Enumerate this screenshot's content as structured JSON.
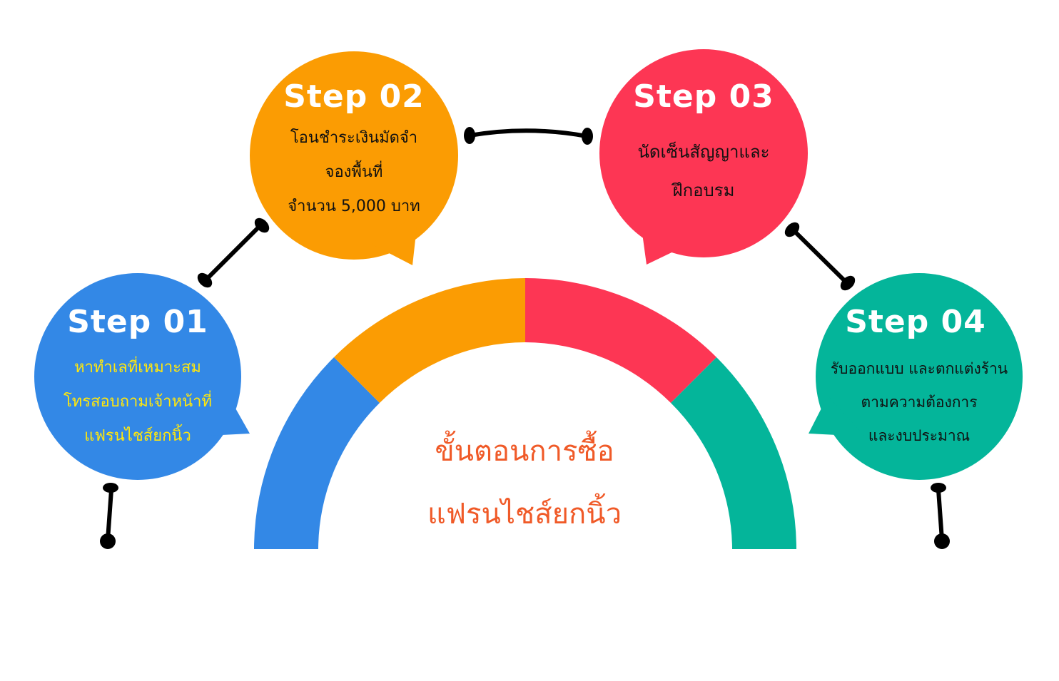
{
  "colors": {
    "step1": "#3388e6",
    "step2": "#fb9c03",
    "step3": "#fd3654",
    "step4": "#04b59a",
    "connector": "#000000",
    "center_title": "#f05a28",
    "step1_text": "#ffe70d",
    "step2_text": "#111111",
    "step3_text": "#111111",
    "step4_text": "#111111"
  },
  "center_title": {
    "line1": "ขั้นตอนการซื้อ",
    "line2": "แฟรนไชส์ยกนิ้ว"
  },
  "steps": [
    {
      "title": "Step 01",
      "lines": [
        "หาทำเลที่เหมาะสม",
        "โทรสอบถามเจ้าหน้าที่",
        "แฟรนไชส์ยกนิ้ว"
      ],
      "icon": "speech-bubble-icon"
    },
    {
      "title": "Step 02",
      "lines": [
        "โอนชำระเงินมัดจำ",
        "จองพื้นที่",
        "จำนวน 5,000 บาท"
      ],
      "icon": "speech-bubble-icon"
    },
    {
      "title": "Step 03",
      "lines": [
        "นัดเซ็นสัญญาและ",
        "ฝึกอบรม"
      ],
      "icon": "speech-bubble-icon"
    },
    {
      "title": "Step 04",
      "lines": [
        "รับออกแบบ และตกแต่งร้าน",
        "ตามความต้องการ",
        "และงบประมาณ"
      ],
      "icon": "speech-bubble-icon"
    }
  ]
}
